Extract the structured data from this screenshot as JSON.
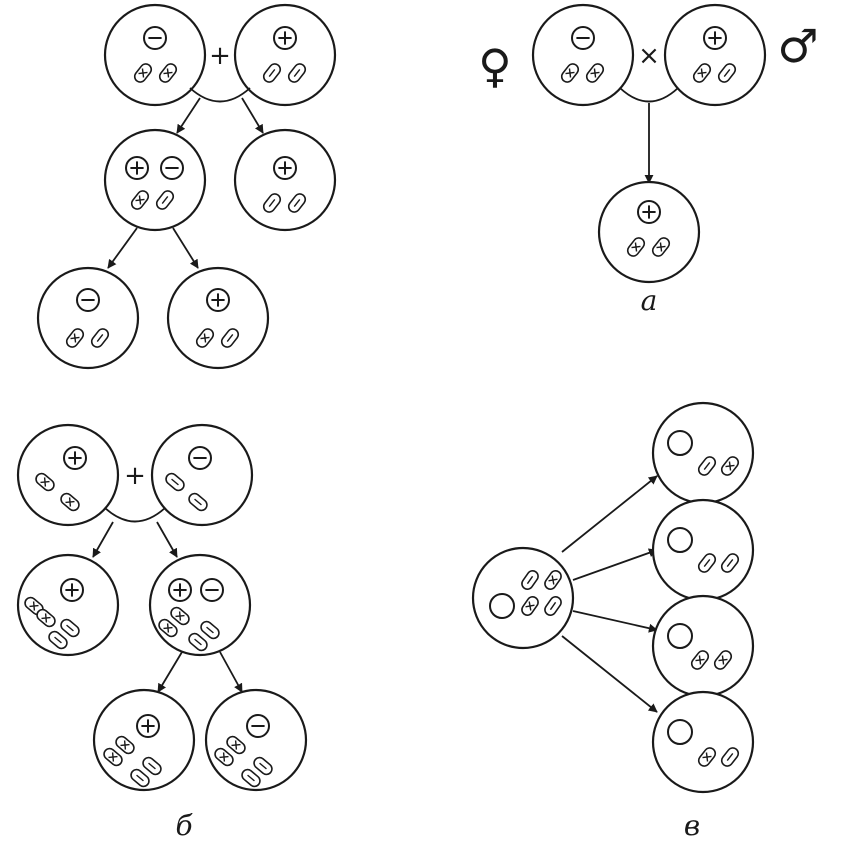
{
  "panels": [
    {
      "label": "а",
      "operator": "×",
      "female_symbol": "♀",
      "male_symbol": "♂"
    },
    {
      "label": "б",
      "operator": "+"
    },
    {
      "label": "в"
    }
  ],
  "top_left": {
    "operator": "+"
  }
}
